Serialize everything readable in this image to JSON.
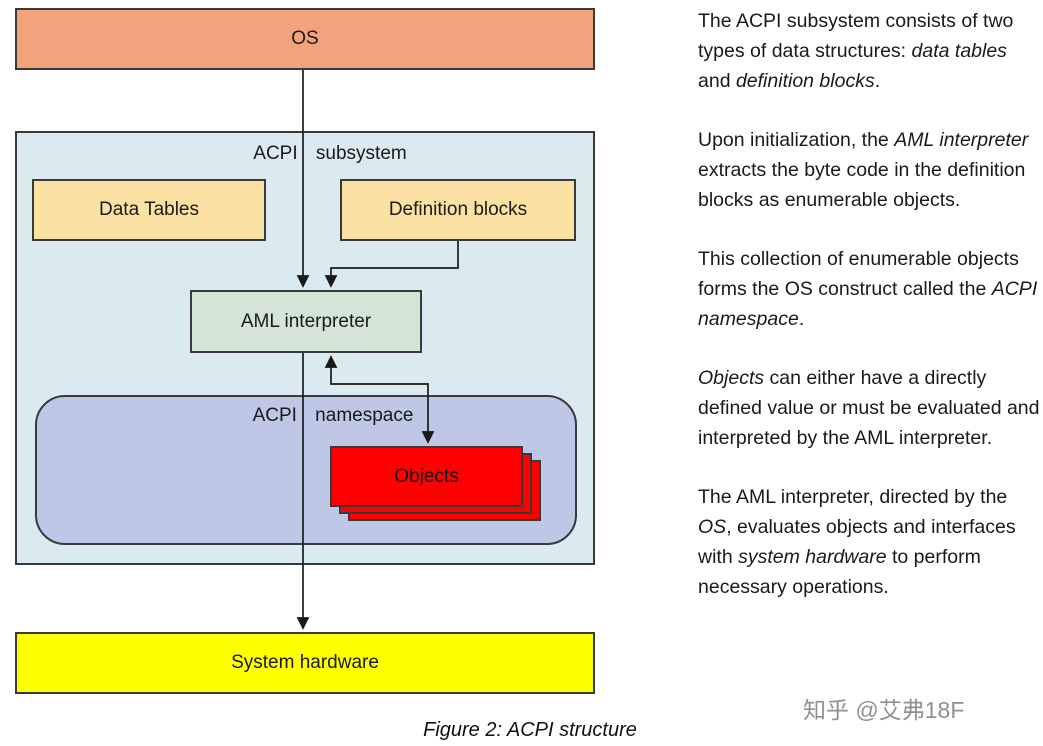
{
  "colors": {
    "os-fill": "#f2a37c",
    "subsystem-fill": "#dbe9f1",
    "table-fill": "#fbe2a2",
    "aml-fill": "#d4e4d6",
    "namespace-fill": "#bfc7e6",
    "objects-fill": "#fe0000",
    "hardware-fill": "#feff00",
    "box-border": "#3a3a3a",
    "arrow": "#1a1a1a",
    "text": "#1a1a1a",
    "watermark": "#909090"
  },
  "diagram": {
    "os_label": "OS",
    "subsystem_label": "ACPI subsystem",
    "data_tables_label": "Data Tables",
    "definition_blocks_label": "Definition blocks",
    "aml_label": "AML interpreter",
    "namespace_label": "ACPI namespace",
    "objects_label": "Objects",
    "hardware_label": "System hardware",
    "caption": "Figure 2: ACPI structure"
  },
  "sidebar_text": {
    "paragraphs": [
      {
        "segments": [
          {
            "text": "The ACPI subsystem consists of two types of data structures: "
          },
          {
            "text": "data tables",
            "italic": true
          },
          {
            "text": " and "
          },
          {
            "text": "definition blocks",
            "italic": true
          },
          {
            "text": "."
          }
        ]
      },
      {
        "segments": [
          {
            "text": "Upon initialization, the "
          },
          {
            "text": "AML interpreter",
            "italic": true
          },
          {
            "text": " extracts the byte code in the definition blocks as enumerable objects."
          }
        ]
      },
      {
        "segments": [
          {
            "text": "This collection of enumerable objects forms the OS construct called the "
          },
          {
            "text": "ACPI namespace",
            "italic": true
          },
          {
            "text": "."
          }
        ]
      },
      {
        "segments": [
          {
            "text": "Objects",
            "italic": true
          },
          {
            "text": " can either have a directly defined value or must be evaluated and interpreted by the AML interpreter."
          }
        ]
      },
      {
        "segments": [
          {
            "text": "The AML interpreter, directed by the "
          },
          {
            "text": "OS",
            "italic": true
          },
          {
            "text": ", evaluates objects and interfaces with "
          },
          {
            "text": "system hardware",
            "italic": true
          },
          {
            "text": " to perform necessary operations."
          }
        ]
      }
    ]
  },
  "watermark": "知乎 @艾弗18F"
}
